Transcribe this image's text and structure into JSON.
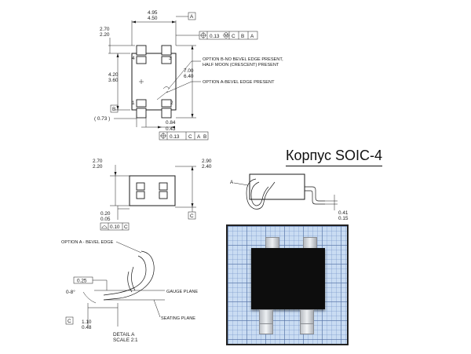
{
  "heading": "Корпус SOIC-4",
  "top_view": {
    "width_max": "4.95",
    "width_min": "4.50",
    "datum_a": "A",
    "datum_b": "B",
    "datum_c": "C",
    "fcf_value": "0.13",
    "fcf_mod": "M",
    "height1_max": "2.70",
    "height1_min": "2.20",
    "height2_max": "4.20",
    "height2_min": "3.60",
    "span_max": "7.00",
    "span_min": "6.40",
    "option_b_line1": "OPTION B-NO BEVEL EDGE PRESENT,",
    "option_b_line2": "HALF MOON (CRESCENT) PRESENT",
    "option_a": "OPTION A-BEVEL EDGE PRESENT",
    "pin1": "1",
    "pin2": "2",
    "pin3": "3",
    "pin4": "4",
    "ref_dim": "( 0.73 )",
    "lead_w_max": "0.84",
    "lead_w_min": "0.43",
    "fcf2_value": "0.13"
  },
  "side_view": {
    "h_max": "2.70",
    "h_min": "2.20",
    "h2_max": "2.90",
    "h2_min": "2.40",
    "standoff_max": "0.20",
    "standoff_min": "0.05",
    "flat_value": "0.10"
  },
  "end_view": {
    "label_a": "A",
    "lead_t_max": "0.41",
    "lead_t_min": "0.15"
  },
  "detail": {
    "option_a": "OPTION A - BEVEL EDGE",
    "dim_025": "0.25",
    "angle": "0-8°",
    "gauge": "GAUGE PLANE",
    "seating": "SEATING PLANE",
    "foot_max": "1.10",
    "foot_min": "0.48",
    "title": "DETAIL A",
    "scale": "SCALE 2:1"
  }
}
